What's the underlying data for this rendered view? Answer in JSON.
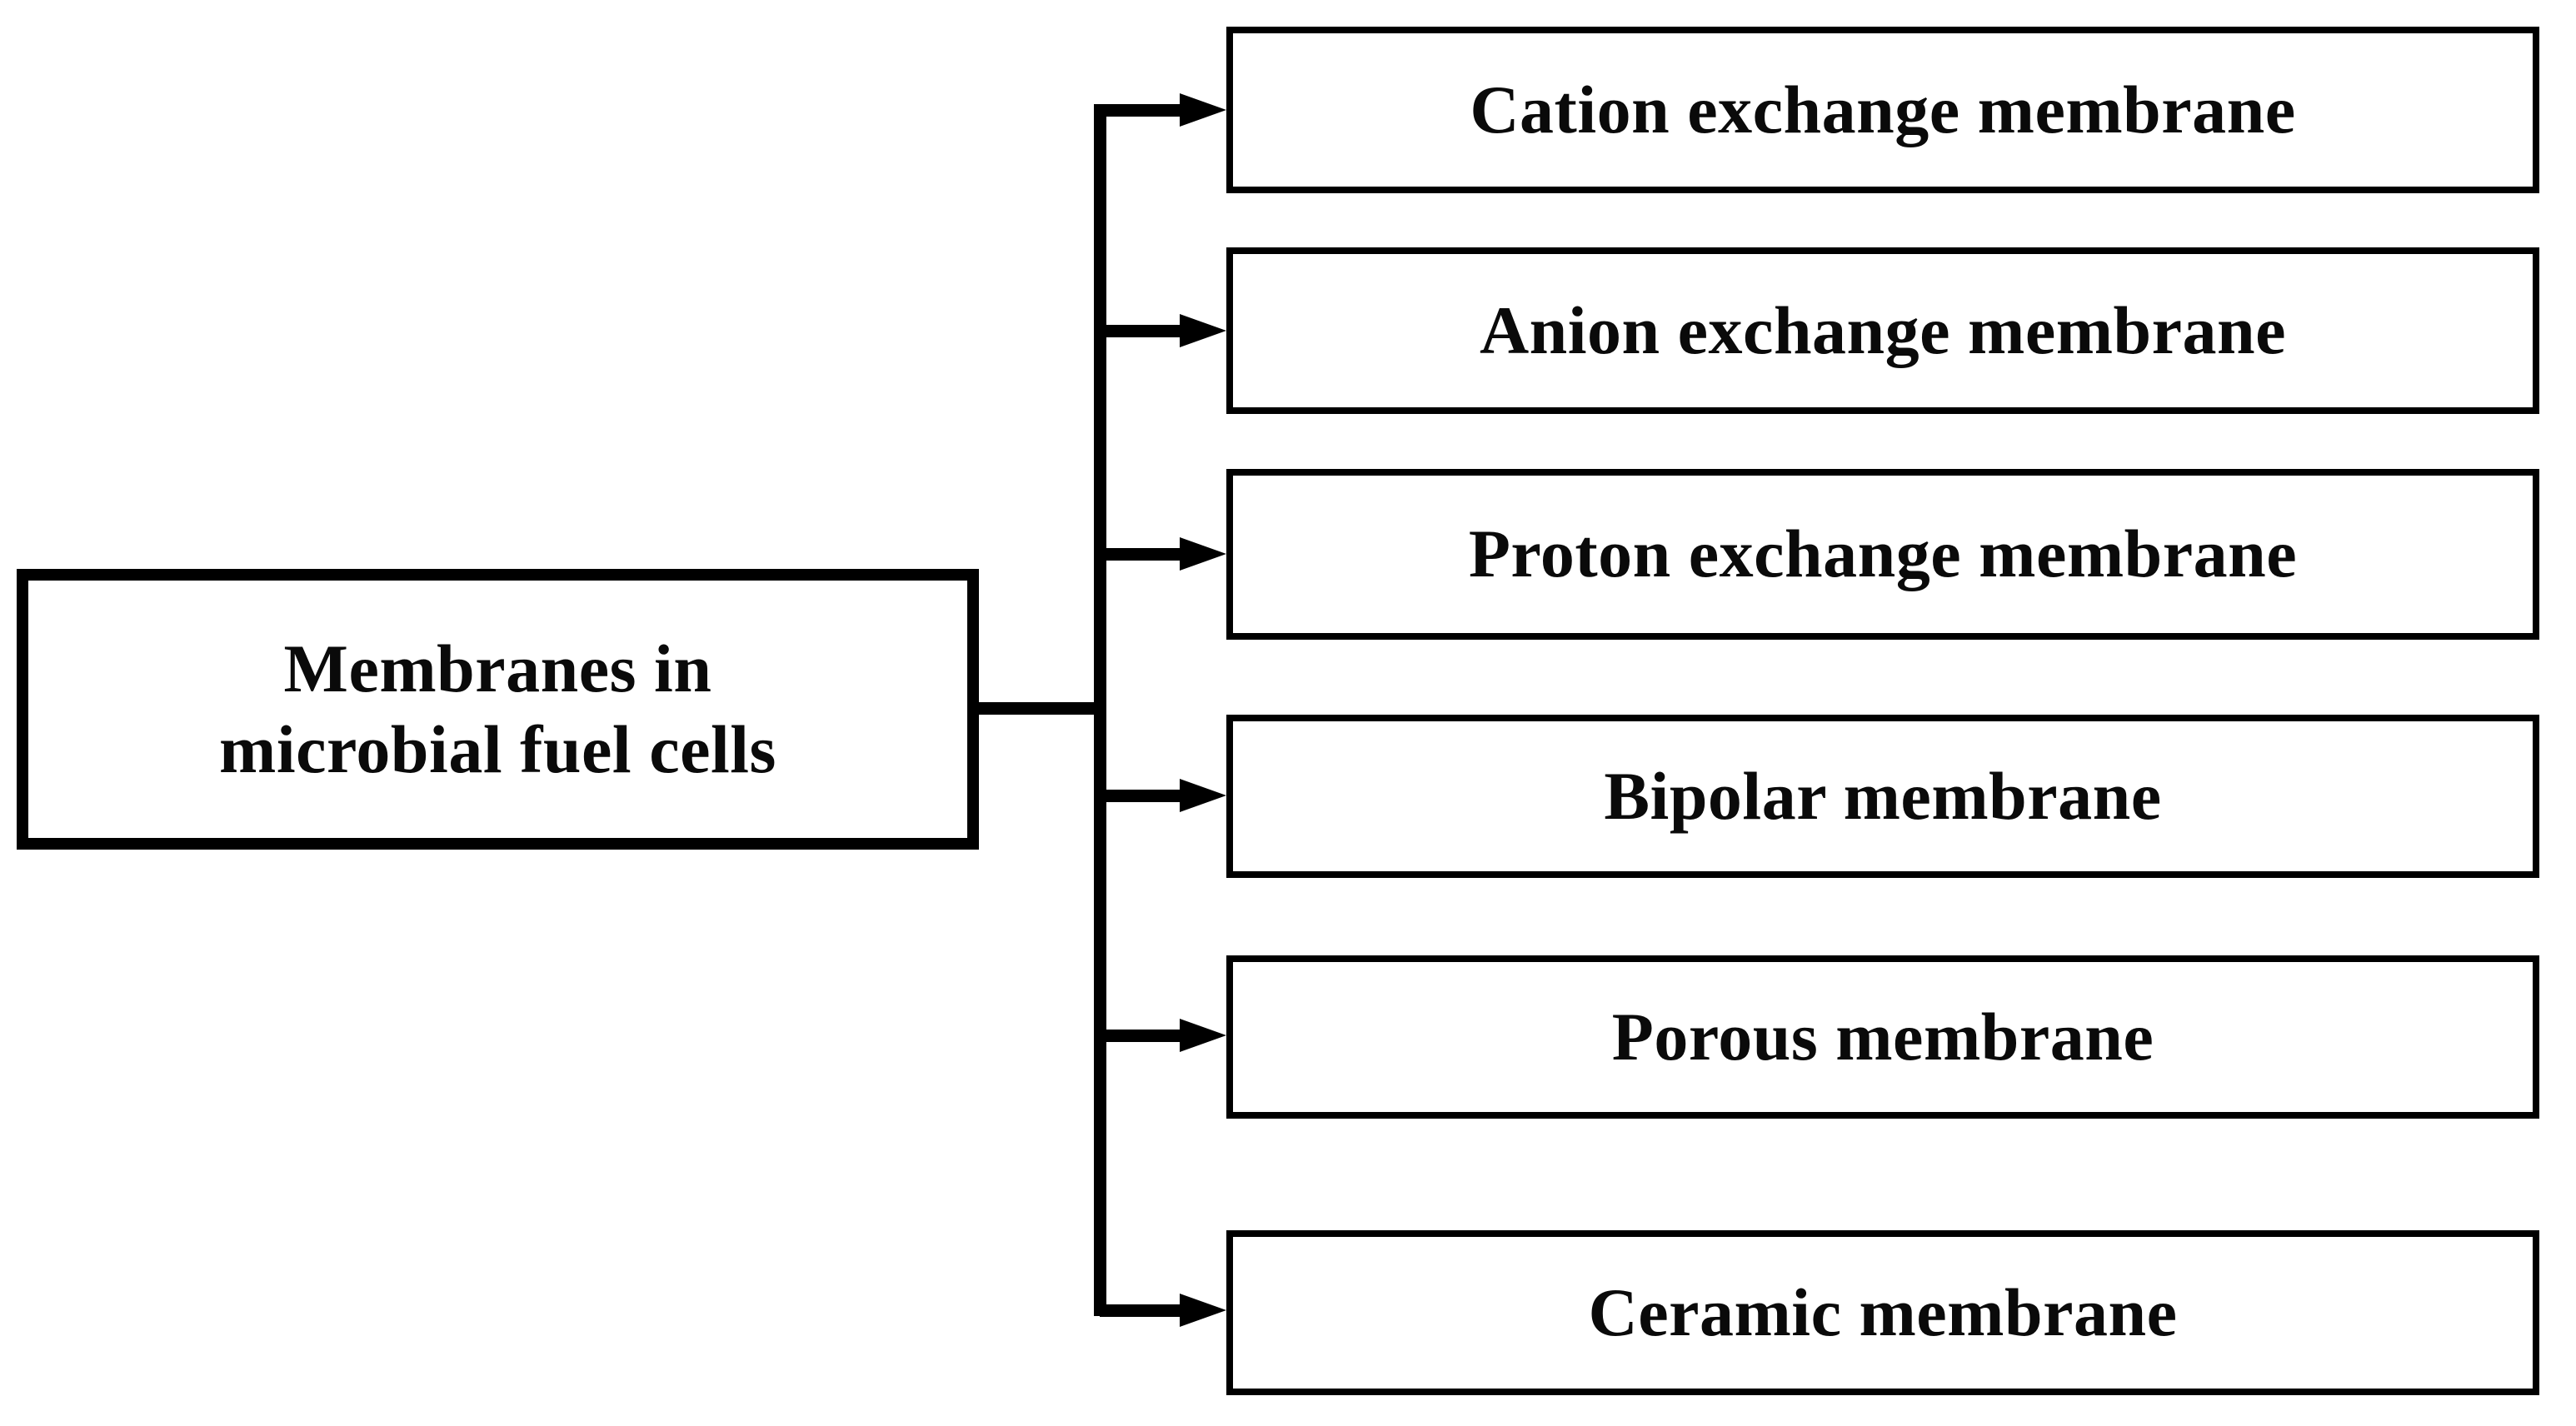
{
  "diagram": {
    "type": "hierarchy-flowchart",
    "orientation": "left-to-right",
    "root": {
      "label": "Membranes in\nmicrobial fuel cells",
      "line1": "Membranes in",
      "line2": "microbial fuel cells"
    },
    "children": [
      {
        "id": "cation-exchange-membrane",
        "label": "Cation exchange membrane"
      },
      {
        "id": "anion-exchange-membrane",
        "label": "Anion exchange membrane"
      },
      {
        "id": "proton-exchange-membrane",
        "label": "Proton exchange membrane"
      },
      {
        "id": "bipolar-membrane",
        "label": "Bipolar membrane"
      },
      {
        "id": "porous-membrane",
        "label": "Porous  membrane"
      },
      {
        "id": "ceramic-membrane",
        "label": "Ceramic membrane"
      }
    ],
    "connector": {
      "style": "orthogonal-elbow",
      "arrowhead": "solid-triangle",
      "count": 6
    },
    "colors": {
      "stroke": "#000000",
      "fill": "#ffffff",
      "text": "#0a0a0a",
      "background": "#ffffff"
    }
  }
}
